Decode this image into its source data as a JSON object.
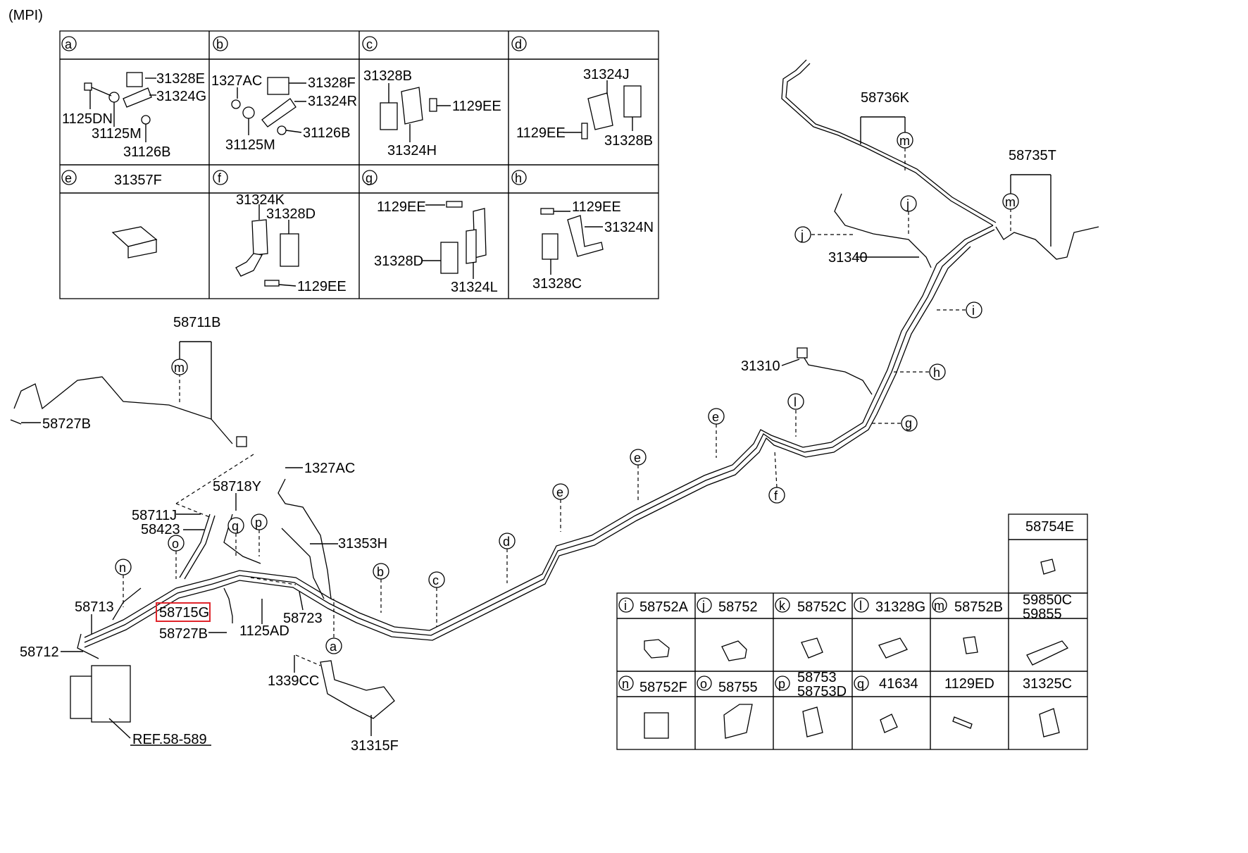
{
  "header": {
    "variant": "(MPI)"
  },
  "top_table": {
    "letters": [
      "a",
      "b",
      "c",
      "d",
      "e",
      "f",
      "g",
      "h"
    ],
    "a": [
      "31328E",
      "31324G",
      "1125DN",
      "31125M",
      "31126B"
    ],
    "b": [
      "1327AC",
      "31328F",
      "31324R",
      "31125M",
      "31126B"
    ],
    "c": [
      "31328B",
      "1129EE",
      "31324H"
    ],
    "d": [
      "31324J",
      "1129EE",
      "31328B"
    ],
    "e": [
      "31357F"
    ],
    "f": [
      "31324K",
      "31328D",
      "1129EE"
    ],
    "g": [
      "1129EE",
      "31328D",
      "31324L"
    ],
    "h": [
      "1129EE",
      "31324N",
      "31328C"
    ]
  },
  "callouts": {
    "p58711B": "58711B",
    "p58727B_top": "58727B",
    "p58718Y": "58718Y",
    "p58711J": "58711J",
    "p58423": "58423",
    "p58713": "58713",
    "p58712": "58712",
    "p58715G": "58715G",
    "p58727B_bot": "58727B",
    "p1125AD": "1125AD",
    "p58723": "58723",
    "p1327AC": "1327AC",
    "p31353H": "31353H",
    "p1339CC": "1339CC",
    "p31315F": "31315F",
    "ref": "REF.58-589",
    "p58736K": "58736K",
    "p58735T": "58735T",
    "p31340": "31340",
    "p31310": "31310"
  },
  "circle_letters": {
    "m1": "m",
    "m2": "m",
    "m3": "m",
    "j": "j",
    "j2": "j",
    "i": "i",
    "h": "h",
    "g": "g",
    "l": "l",
    "f": "f",
    "e1": "e",
    "e2": "e",
    "e3": "e",
    "d": "d",
    "c": "c",
    "b": "b",
    "a": "a",
    "n": "n",
    "o": "o",
    "q": "q",
    "p": "p"
  },
  "bottom_table": {
    "header_part": "58754E",
    "row1": [
      {
        "letter": "i",
        "part": "58752A"
      },
      {
        "letter": "j",
        "part": "58752"
      },
      {
        "letter": "k",
        "part": "58752C"
      },
      {
        "letter": "l",
        "part": "31328G"
      },
      {
        "letter": "m",
        "part": "58752B"
      },
      {
        "letter": "",
        "part": "59850C\n59855"
      }
    ],
    "row2": [
      {
        "letter": "n",
        "part": "58752F"
      },
      {
        "letter": "o",
        "part": "58755"
      },
      {
        "letter": "p",
        "part": "58753\n58753D"
      },
      {
        "letter": "q",
        "part": "41634"
      },
      {
        "letter": "",
        "part": "1129ED"
      },
      {
        "letter": "",
        "part": "31325C"
      }
    ]
  },
  "highlight": {
    "part": "58715G",
    "color": "#e0242b"
  }
}
